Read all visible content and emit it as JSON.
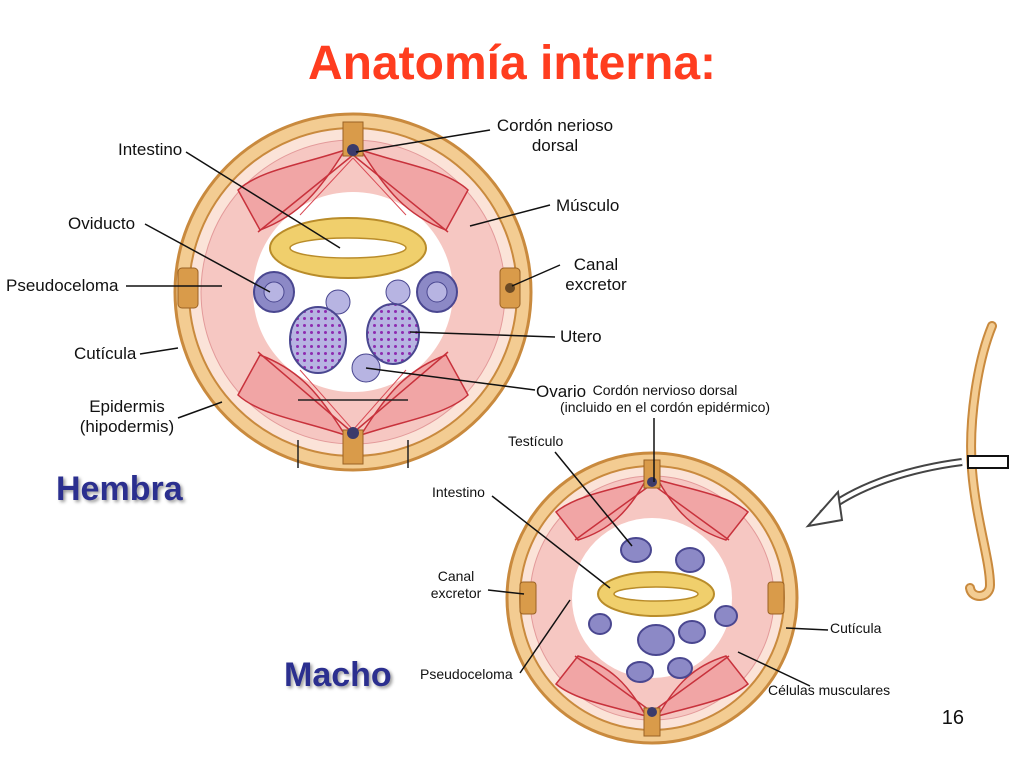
{
  "slide": {
    "title": "Anatomía interna:",
    "page_number": "16"
  },
  "female": {
    "name": "Hembra",
    "labels": {
      "intestino": "Intestino",
      "cordon_1": "Cordón nerioso",
      "cordon_2": "dorsal",
      "oviducto": "Oviducto",
      "musculo": "Músculo",
      "pseudoceloma": "Pseudoceloma",
      "canal_1": "Canal",
      "canal_2": "excretor",
      "cuticula": "Cutícula",
      "utero": "Utero",
      "epidermis_1": "Epidermis",
      "epidermis_2": "(hipodermis)",
      "ovario": "Ovario"
    }
  },
  "male": {
    "name": "Macho",
    "labels": {
      "cordon_1": "Cordón nervioso dorsal",
      "cordon_2": "(incluido en el cordón epidérmico)",
      "testiculo": "Testículo",
      "intestino": "Intestino",
      "canal_1": "Canal",
      "canal_2": "excretor",
      "cuticula": "Cutícula",
      "pseudoceloma": "Pseudoceloma",
      "celulas": "Células musculares"
    }
  },
  "colors": {
    "title": "#ff3d1f",
    "sex_label": "#2b2f8f",
    "cuticle": "#f3cc92",
    "cuticle_edge": "#c98a3e",
    "muscle": "#f1a5a5",
    "muscle_line": "#c8323c",
    "gonad": "#8c89c6",
    "intestine": "#f0cf6c"
  }
}
